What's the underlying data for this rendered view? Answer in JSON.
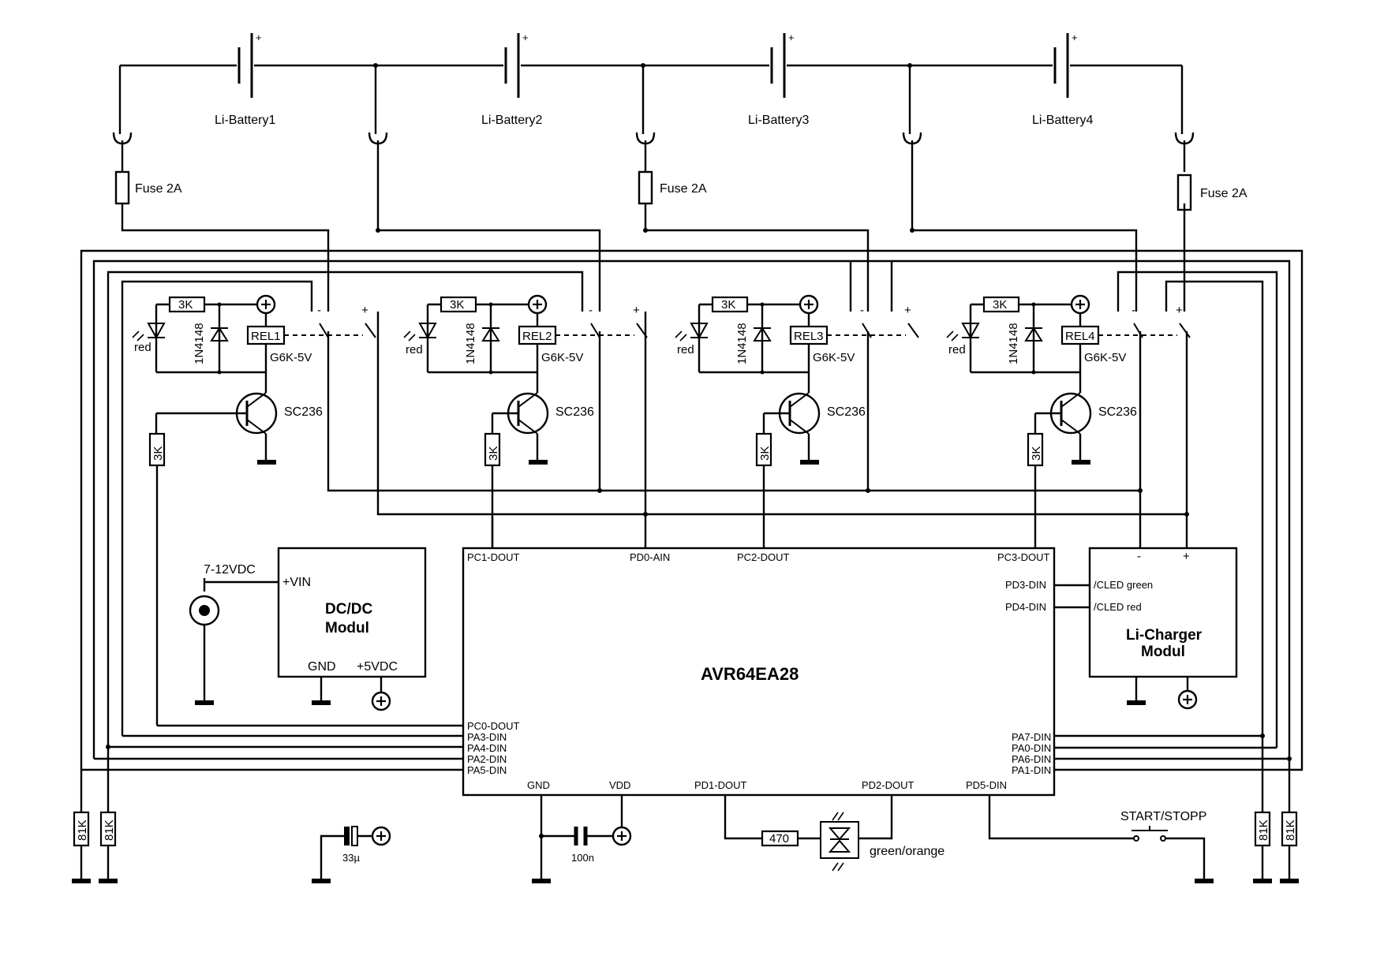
{
  "batteries": [
    {
      "label": "Li-Battery1",
      "plus": "+"
    },
    {
      "label": "Li-Battery2",
      "plus": "+"
    },
    {
      "label": "Li-Battery3",
      "plus": "+"
    },
    {
      "label": "Li-Battery4",
      "plus": "+"
    }
  ],
  "fuses": [
    {
      "label": "Fuse 2A"
    },
    {
      "label": "Fuse 2A"
    },
    {
      "label": "Fuse 2A"
    }
  ],
  "stages": [
    {
      "resistor": "3K",
      "diode": "1N4148",
      "led": "red",
      "relay": "REL1",
      "relay_type": "G6K-5V",
      "transistor": "SC236",
      "base_resistor": "3K",
      "minus": "-",
      "plus": "+"
    },
    {
      "resistor": "3K",
      "diode": "1N4148",
      "led": "red",
      "relay": "REL2",
      "relay_type": "G6K-5V",
      "transistor": "SC236",
      "base_resistor": "3K",
      "minus": "-",
      "plus": "+"
    },
    {
      "resistor": "3K",
      "diode": "1N4148",
      "led": "red",
      "relay": "REL3",
      "relay_type": "G6K-5V",
      "transistor": "SC236",
      "base_resistor": "3K",
      "minus": "-",
      "plus": "+"
    },
    {
      "resistor": "3K",
      "diode": "1N4148",
      "led": "red",
      "relay": "REL4",
      "relay_type": "G6K-5V",
      "transistor": "SC236",
      "base_resistor": "3K",
      "minus": "-",
      "plus": "+"
    }
  ],
  "dcdc": {
    "title1": "DC/DC",
    "title2": "Modul",
    "vin": "+VIN",
    "gnd": "GND",
    "vout": "+5VDC",
    "input_label": "7-12VDC"
  },
  "mcu": {
    "name": "AVR64EA28",
    "top_pins": [
      "PC1-DOUT",
      "PD0-AIN",
      "PC2-DOUT",
      "PC3-DOUT"
    ],
    "right_upper_pins": [
      "PD3-DIN",
      "PD4-DIN"
    ],
    "left_pins": [
      "PC0-DOUT",
      "PA3-DIN",
      "PA4-DIN",
      "PA2-DIN",
      "PA5-DIN"
    ],
    "right_pins": [
      "PA7-DIN",
      "PA0-DIN",
      "PA6-DIN",
      "PA1-DIN"
    ],
    "bottom_pins": [
      "GND",
      "VDD",
      "PD1-DOUT",
      "PD2-DOUT",
      "PD5-DIN"
    ]
  },
  "charger": {
    "title1": "Li-Charger",
    "title2": "Modul",
    "pin1": "/CLED green",
    "pin2": "/CLED red",
    "minus": "-",
    "plus": "+"
  },
  "bottom": {
    "cap1": "33µ",
    "cap2": "100n",
    "resistor": "470",
    "led": "green/orange",
    "switch": "START/STOPP",
    "pulldowns": [
      "81K",
      "81K",
      "81K",
      "81K"
    ]
  }
}
